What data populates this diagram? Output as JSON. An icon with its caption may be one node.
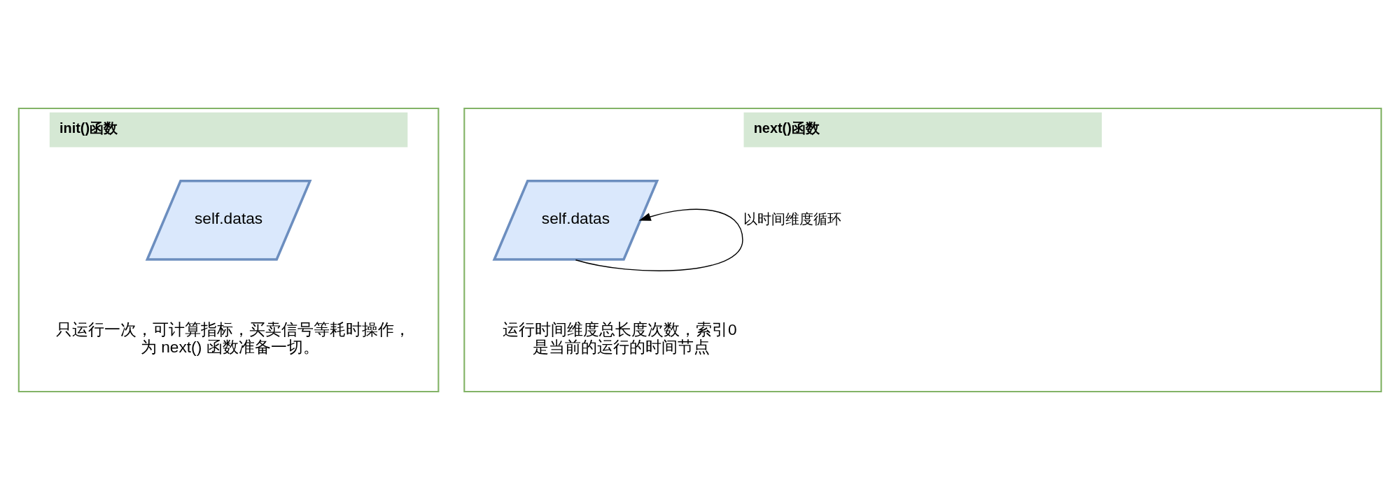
{
  "diagram": {
    "nodes": [
      {
        "text": [
          "init()函数",
          "只运行一次，可计算指标，买卖信号等耗时操作，为 next() 函数准备一切。"
        ]
      },
      {
        "text": [
          "self.datas"
        ],
        "in": 0
      },
      {
        "text": [
          "next()函数",
          "运行时间维度总长度次数，索引0 是当前的运行的时间节点"
        ]
      },
      {
        "text": [
          "self.datas"
        ],
        "in": 2
      }
    ],
    "edges": [
      {
        "from": 3,
        "to": 3,
        "arrow": "to",
        "label": "以时间维度循环"
      }
    ]
  }
}
